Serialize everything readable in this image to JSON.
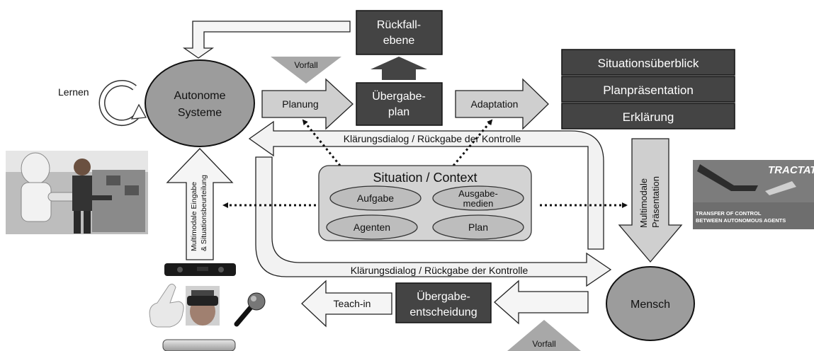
{
  "autonomous": {
    "line1": "Autonome",
    "line2": "Systeme"
  },
  "learn": "Lernen",
  "fallback": {
    "line1": "Rückfall-",
    "line2": "ebene"
  },
  "incident_top": "Vorfall",
  "incident_bottom": "Vorfall",
  "planning": "Planung",
  "handover_plan": {
    "line1": "Übergabe-",
    "line2": "plan"
  },
  "adaptation": "Adaptation",
  "presentation_stack": [
    "Situationsüberblick",
    "Planpräsentation",
    "Erklärung"
  ],
  "clarify_top": "Klärungsdialog / Rückgabe der Kontrolle",
  "clarify_bottom": "Klärungsdialog / Rückgabe der Kontrolle",
  "context": {
    "title": "Situation / Context",
    "items": [
      {
        "line1": "Aufgabe",
        "line2": ""
      },
      {
        "line1": "Ausgabe-",
        "line2": "medien"
      },
      {
        "line1": "Agenten",
        "line2": ""
      },
      {
        "line1": "Plan",
        "line2": ""
      }
    ]
  },
  "multimodal_input": {
    "line1": "Multimodale Eingabe",
    "line2": "& Situationsbeurteilung"
  },
  "multimodal_presentation": {
    "line1": "Multimodale",
    "line2": "Präsentation"
  },
  "human": "Mensch",
  "handover_decision": {
    "line1": "Übergabe-",
    "line2": "entscheidung"
  },
  "teach_in": "Teach-in",
  "tractat": {
    "title": "TRACTAT",
    "line1": "TRANSFER OF CONTROL",
    "line2": "BETWEEN AUTONOMOUS AGENTS"
  },
  "colors": {
    "dark_box": "#444444",
    "mid_gray": "#9c9c9c",
    "light_gray": "#d3d3d3",
    "very_light": "#f2f2f2",
    "outline": "#222222"
  },
  "icons": [
    "robot-photo",
    "kinect-sensor-icon",
    "touch-hand-icon",
    "vr-headset-icon",
    "microphone-icon",
    "tablet-icon",
    "tractat-logo"
  ]
}
